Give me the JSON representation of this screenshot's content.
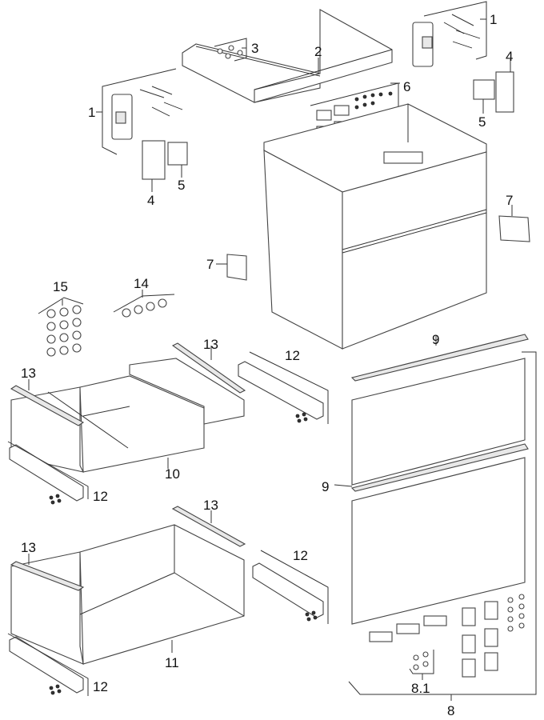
{
  "diagram": {
    "title": "Exploded view – vanity unit with two drawers",
    "callouts": [
      {
        "id": "1a",
        "text": "1"
      },
      {
        "id": "1b",
        "text": "1"
      },
      {
        "id": "2",
        "text": "2"
      },
      {
        "id": "3",
        "text": "3"
      },
      {
        "id": "4a",
        "text": "4"
      },
      {
        "id": "4b",
        "text": "4"
      },
      {
        "id": "5a",
        "text": "5"
      },
      {
        "id": "5b",
        "text": "5"
      },
      {
        "id": "6",
        "text": "6"
      },
      {
        "id": "7a",
        "text": "7"
      },
      {
        "id": "7b",
        "text": "7"
      },
      {
        "id": "8",
        "text": "8"
      },
      {
        "id": "8.1",
        "text": "8.1"
      },
      {
        "id": "9a",
        "text": "9"
      },
      {
        "id": "9b",
        "text": "9"
      },
      {
        "id": "10",
        "text": "10"
      },
      {
        "id": "11",
        "text": "11"
      },
      {
        "id": "12a",
        "text": "12"
      },
      {
        "id": "12b",
        "text": "12"
      },
      {
        "id": "12c",
        "text": "12"
      },
      {
        "id": "12d",
        "text": "12"
      },
      {
        "id": "13a",
        "text": "13"
      },
      {
        "id": "13b",
        "text": "13"
      },
      {
        "id": "13c",
        "text": "13"
      },
      {
        "id": "13d",
        "text": "13"
      },
      {
        "id": "14",
        "text": "14"
      },
      {
        "id": "15",
        "text": "15"
      }
    ]
  }
}
